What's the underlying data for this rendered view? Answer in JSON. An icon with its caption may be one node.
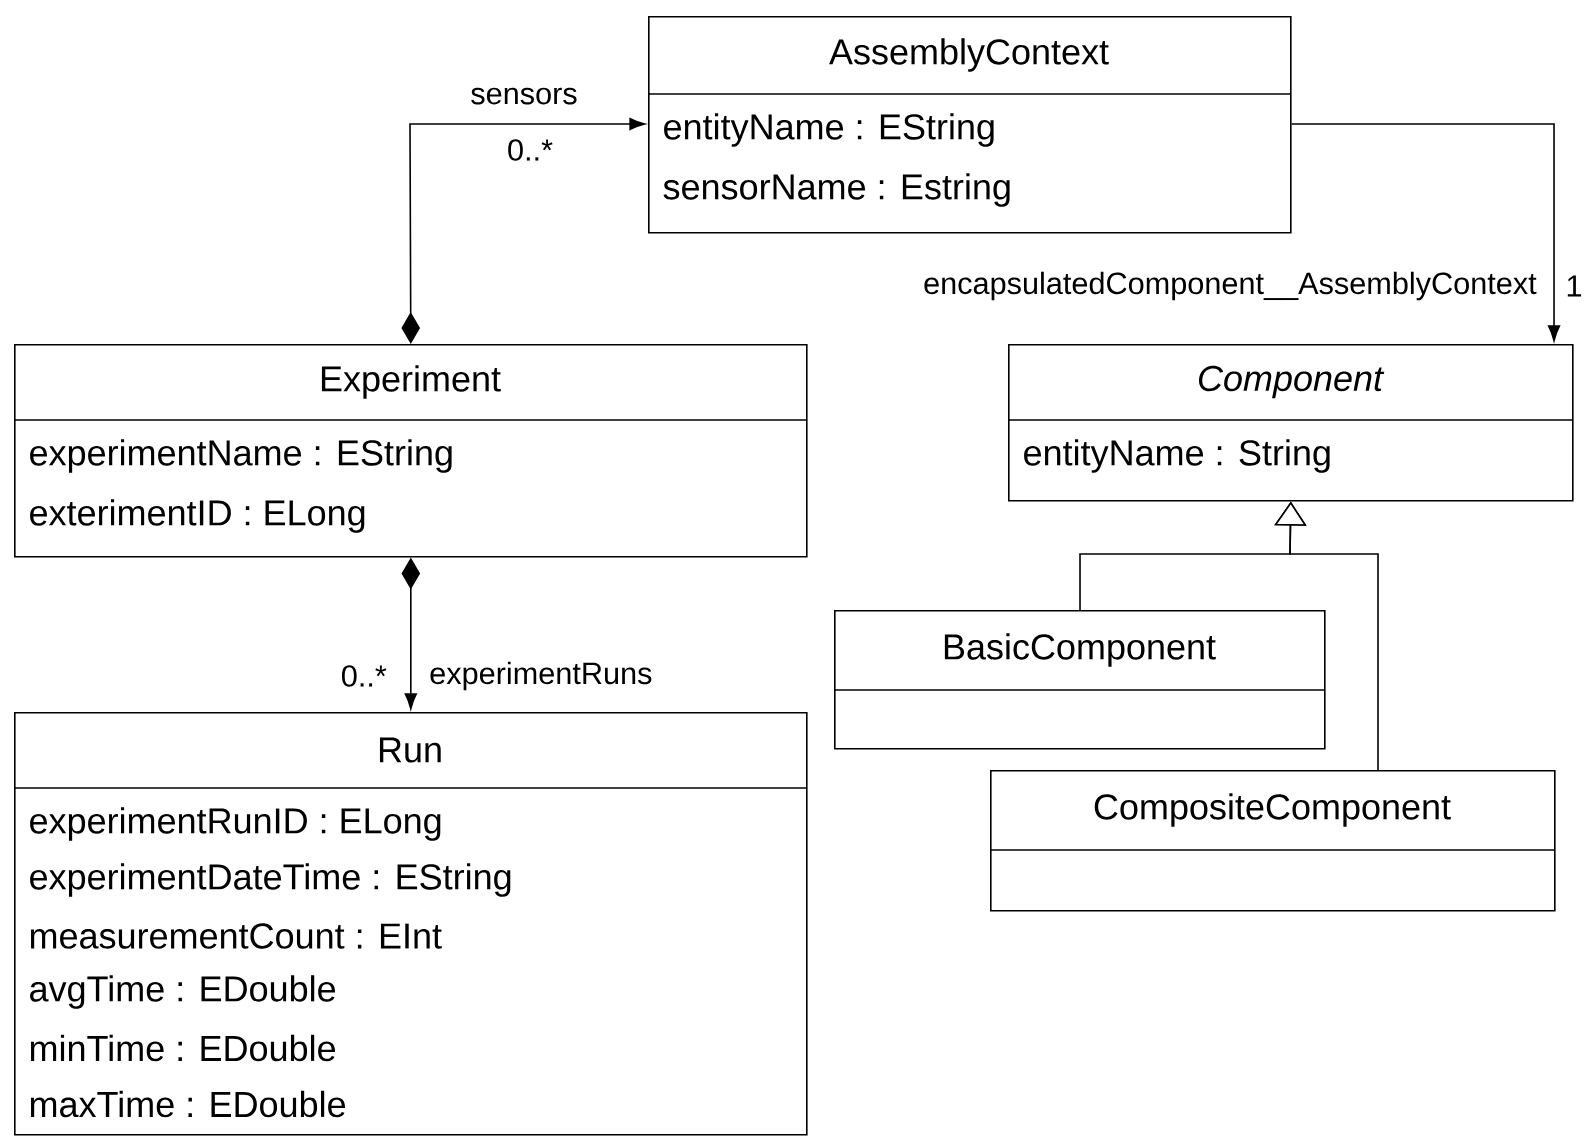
{
  "diagram": {
    "nodes": [
      {
        "text": [
          "AssemblyContext",
          "entityName : EString",
          "sensorName : Estring"
        ]
      },
      {
        "text": [
          "Experiment",
          "experimentName : EString",
          "exterimentID : ELong"
        ]
      },
      {
        "text": [
          "Component",
          "entityName : String"
        ]
      },
      {
        "text": [
          "BasicComponent"
        ]
      },
      {
        "text": [
          "Run",
          "experimentRunID : ELong",
          "experimentDateTime : EString",
          "measurementCount : EInt",
          "avgTime : EDouble",
          "minTime : EDouble",
          "maxTime : EDouble"
        ]
      },
      {
        "text": [
          "CompositeComponent"
        ]
      }
    ],
    "edges": [
      {
        "from": 1,
        "to": 0,
        "arrow": "to",
        "label": "sensors"
      },
      {
        "from": 0,
        "to": 2,
        "arrow": "to",
        "label": "encapsulatedComponent__AssemblyContext"
      },
      {
        "from": 1,
        "to": 4,
        "arrow": "to",
        "label": "experimentRuns"
      },
      {
        "from": 3,
        "to": 2,
        "arrow": "to"
      },
      {
        "from": 5,
        "to": 2,
        "arrow": "to"
      }
    ],
    "labels": [
      "0..*",
      "1",
      "0..*"
    ]
  }
}
